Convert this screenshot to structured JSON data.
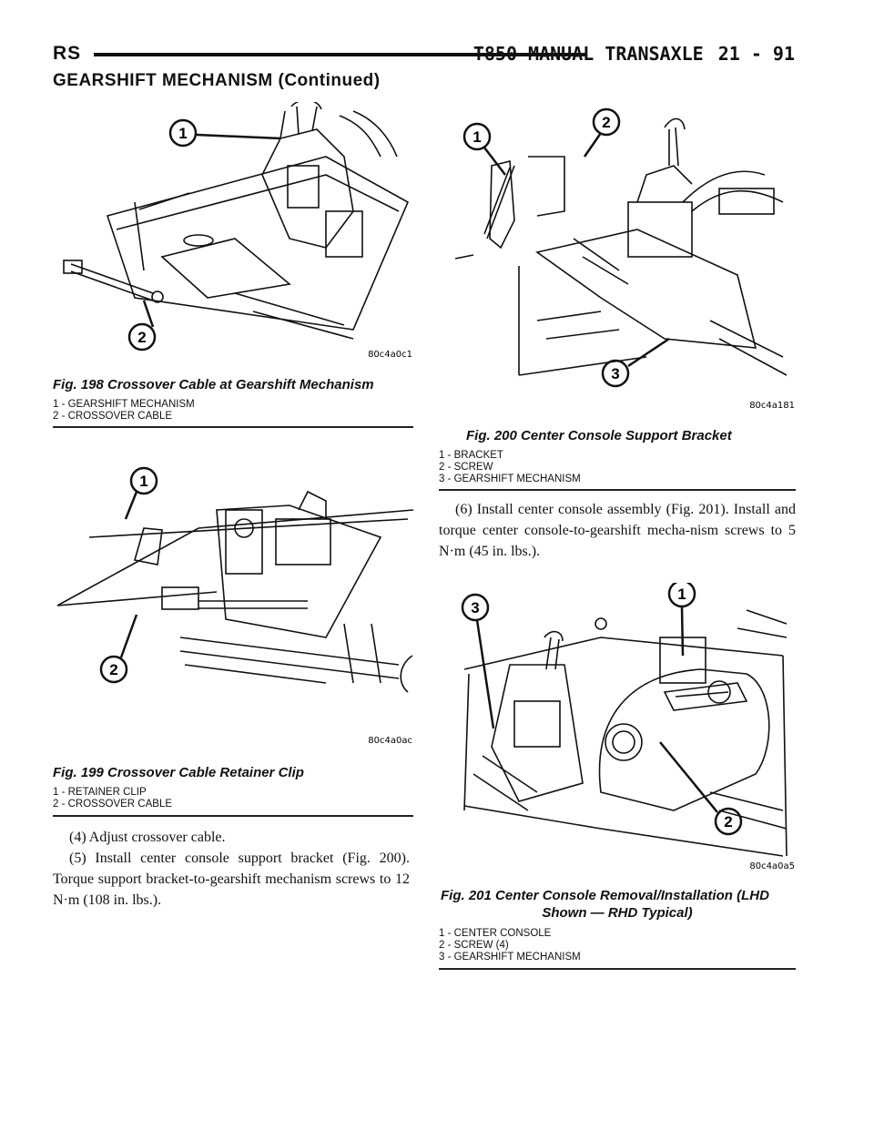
{
  "header": {
    "left": "RS",
    "title": "T850 MANUAL TRANSAXLE",
    "page": "21 - 91"
  },
  "section_title": "GEARSHIFT MECHANISM (Continued)",
  "fig198": {
    "code": "80c4a0c1",
    "caption": "Fig. 198 Crossover Cable at Gearshift Mechanism",
    "callouts": [
      "1",
      "2"
    ],
    "legend": [
      "1 - GEARSHIFT MECHANISM",
      "2 - CROSSOVER CABLE"
    ]
  },
  "fig199": {
    "code": "80c4a0ac",
    "caption": "Fig. 199 Crossover Cable Retainer Clip",
    "callouts": [
      "1",
      "2"
    ],
    "legend": [
      "1 - RETAINER CLIP",
      "2 - CROSSOVER CABLE"
    ]
  },
  "fig200": {
    "code": "80c4a181",
    "caption": "Fig. 200 Center Console Support Bracket",
    "callouts": [
      "1",
      "2",
      "3"
    ],
    "legend": [
      "1 - BRACKET",
      "2 - SCREW",
      "3 - GEARSHIFT MECHANISM"
    ]
  },
  "fig201": {
    "code": "80c4a0a5",
    "caption_line1": "Fig. 201 Center Console Removal/Installation (LHD",
    "caption_line2": "Shown — RHD Typical)",
    "callouts": [
      "1",
      "2",
      "3"
    ],
    "legend": [
      "1 - CENTER CONSOLE",
      "2 - SCREW (4)",
      "3 - GEARSHIFT MECHANISM"
    ]
  },
  "body": {
    "step4": "(4) Adjust crossover cable.",
    "step5": "(5) Install center console support bracket (Fig. 200). Torque support bracket-to-gearshift mechanism screws to 12 N·m (108 in. lbs.).",
    "step6": "(6) Install center console assembly (Fig. 201). Install and torque center console-to-gearshift mecha-nism screws to 5 N·m (45 in. lbs.)."
  }
}
